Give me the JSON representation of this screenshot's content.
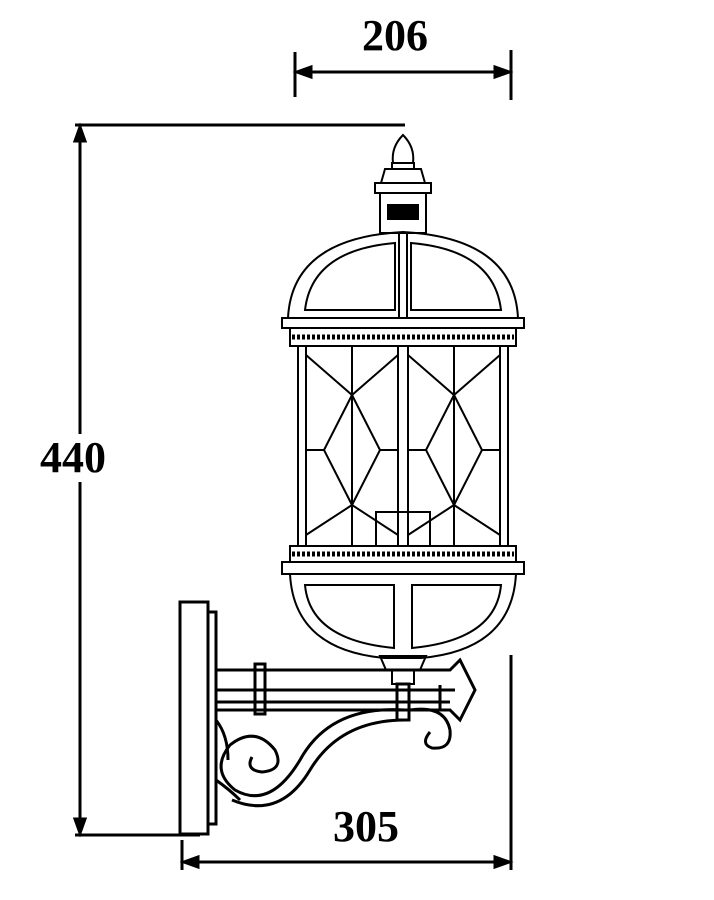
{
  "drawing": {
    "subject": "lantern-wall-light",
    "colors": {
      "line": "#000000",
      "background": "#ffffff"
    },
    "dimensions": {
      "width": "206",
      "height": "440",
      "depth": "305"
    }
  }
}
